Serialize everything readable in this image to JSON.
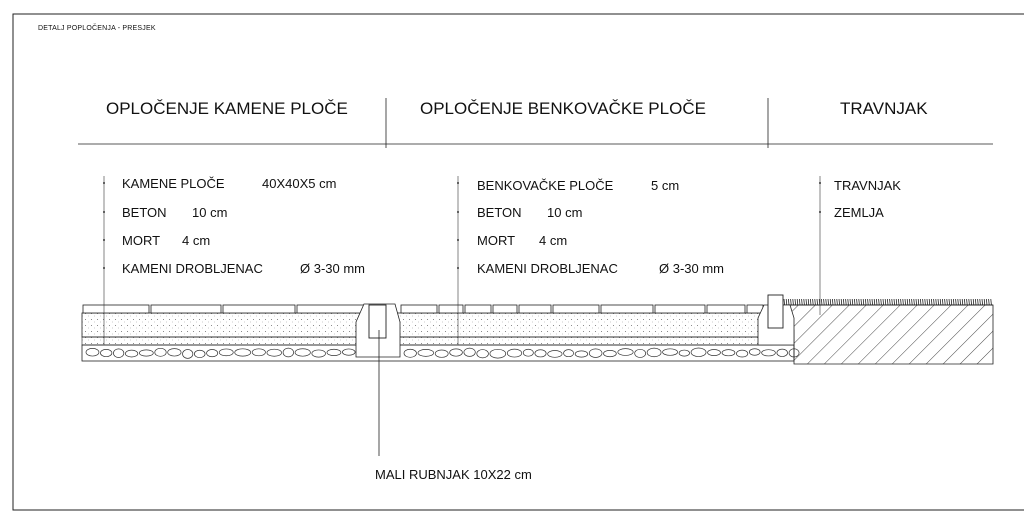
{
  "drawing_title": "DETALJ POPLOČENJA - PRESJEK",
  "sections": {
    "kamene": {
      "title": "OPLOČENJE KAMENE PLOČE"
    },
    "benkovacke": {
      "title": "OPLOČENJE BENKOVAČKE PLOČE"
    },
    "travnjak": {
      "title": "TRAVNJAK"
    }
  },
  "layers": {
    "kamene": [
      {
        "name": "KAMENE PLOČE",
        "value": "40X40X5 cm"
      },
      {
        "name": "BETON",
        "value": "10 cm"
      },
      {
        "name": "MORT",
        "value": "4 cm"
      },
      {
        "name": "KAMENI DROBLJENAC",
        "value": "Ø 3-30 mm"
      }
    ],
    "benkovacke": [
      {
        "name": "BENKOVAČKE PLOČE",
        "value": "5 cm"
      },
      {
        "name": "BETON",
        "value": "10 cm"
      },
      {
        "name": "MORT",
        "value": "4 cm"
      },
      {
        "name": "KAMENI DROBLJENAC",
        "value": "Ø 3-30 mm"
      }
    ],
    "travnjak": [
      {
        "name": "TRAVNJAK"
      },
      {
        "name": "ZEMLJA"
      }
    ]
  },
  "curb_label": "MALI RUBNJAK 10X22 cm",
  "colors": {
    "line": "#222222",
    "hatch": "#333333",
    "background": "#ffffff"
  }
}
